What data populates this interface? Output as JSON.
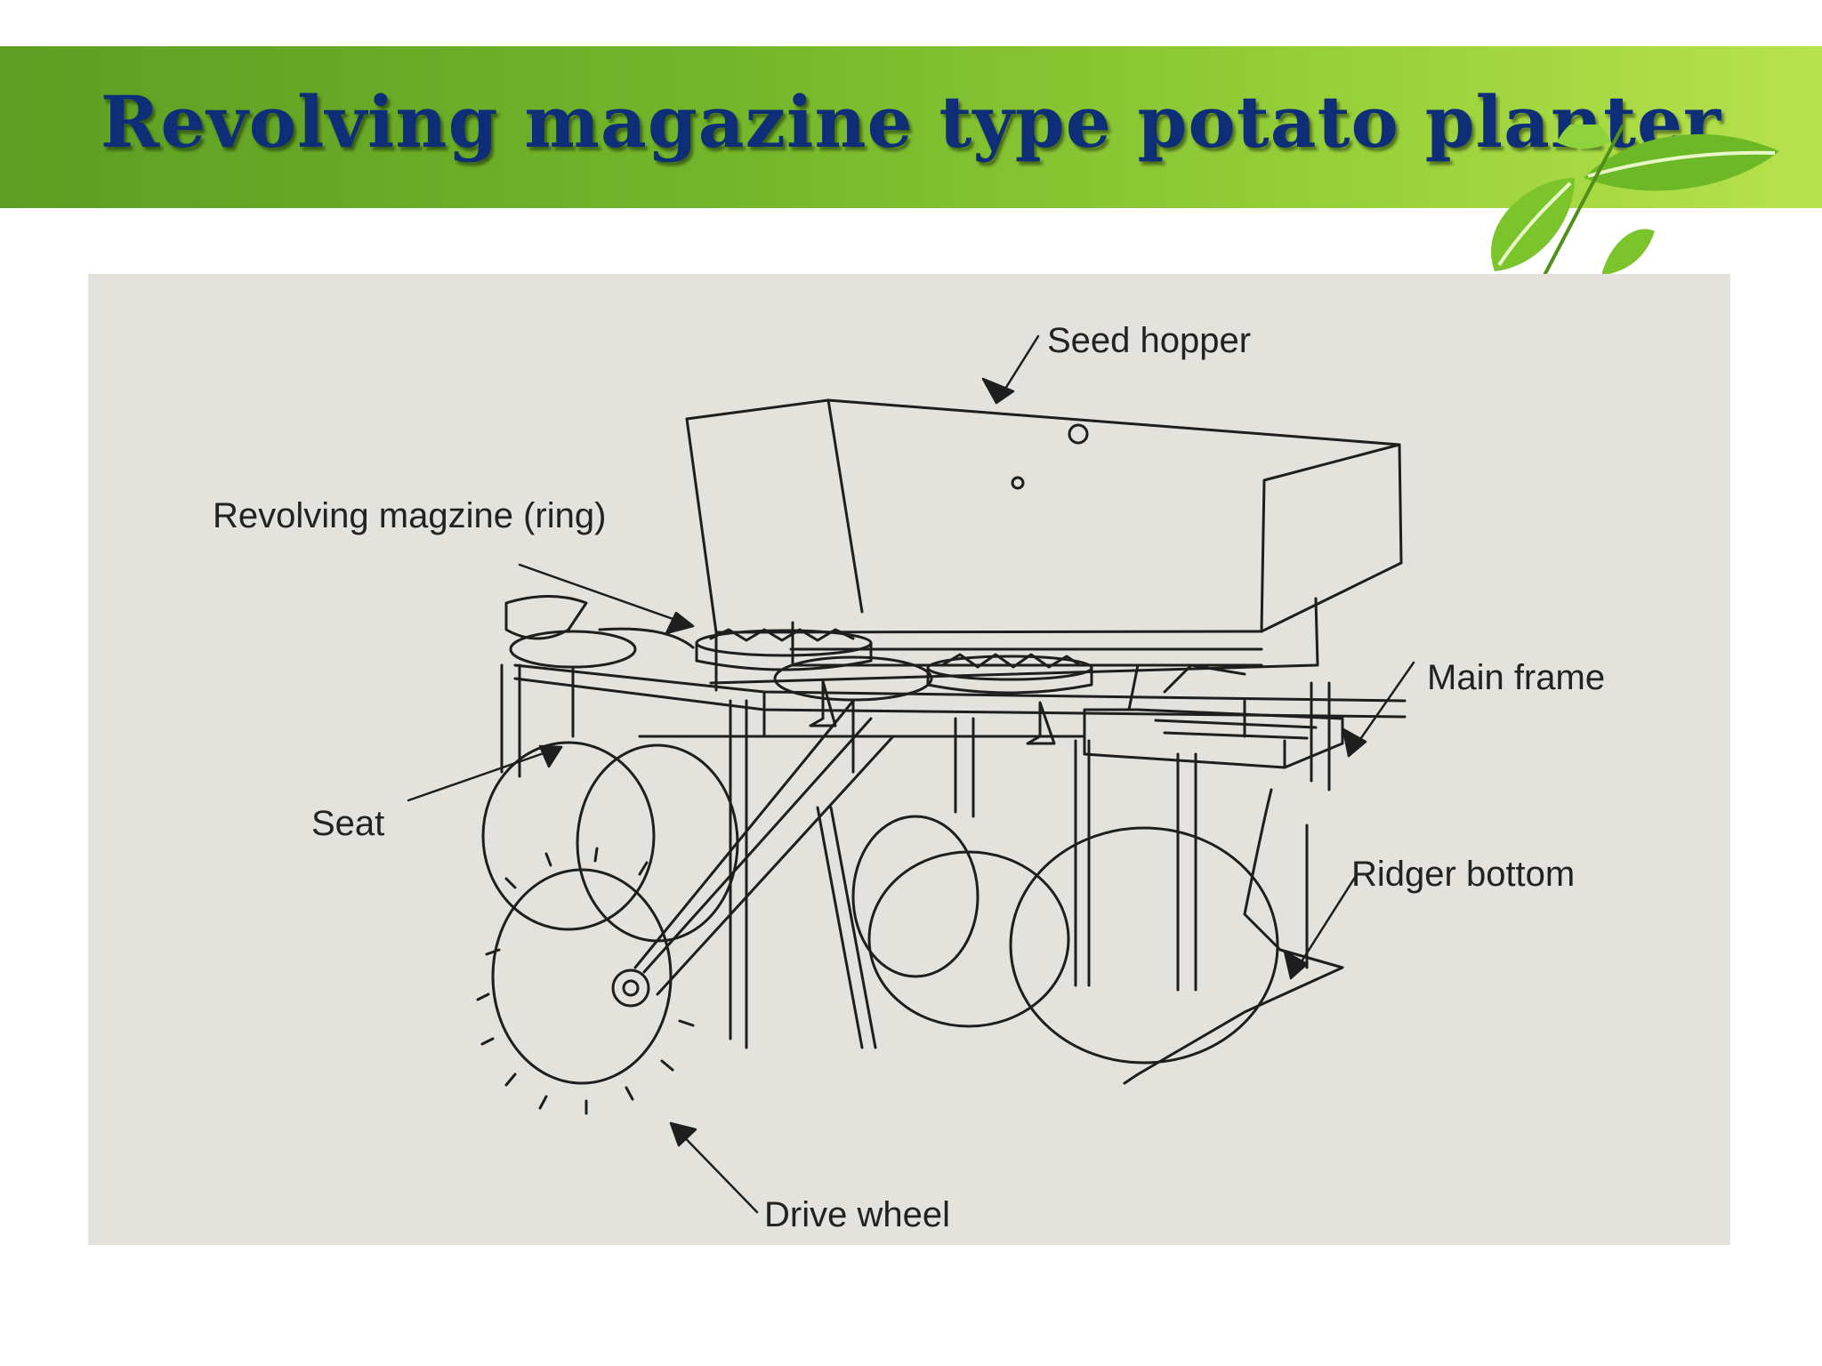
{
  "slide": {
    "title": "Revolving magazine type potato planter"
  },
  "diagram": {
    "labels": {
      "seed_hopper": "Seed hopper",
      "revolving_magazine": "Revolving magzine (ring)",
      "main_frame": "Main frame",
      "seat": "Seat",
      "ridger_bottom": "Ridger bottom",
      "drive_wheel": "Drive wheel"
    }
  },
  "colors": {
    "banner_start": "#5c9e22",
    "banner_end": "#b7e24d",
    "title_text": "#0e2f78",
    "leaf": "#7cc42c",
    "figure_background": "#e4e2dd",
    "line_art": "#1e1e1e"
  },
  "icons": [
    "leaf-decoration-icon"
  ]
}
